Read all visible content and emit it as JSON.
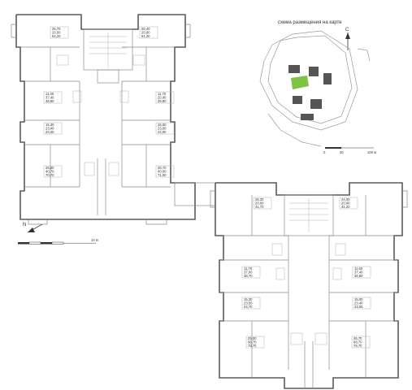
{
  "map": {
    "caption": "схема размещения на карте",
    "north_letter": "С",
    "scale_labels": [
      "0",
      "30",
      "100 м"
    ],
    "highlight_color": "#7dc242"
  },
  "plan": {
    "north_letter": "N",
    "scale_label": "10 m",
    "wall_color": "#5a5a5a"
  },
  "apartments_top": [
    {
      "id": "t1",
      "line1": "26,70",
      "line2": "20,00",
      "line3": "61,20"
    },
    {
      "id": "t2",
      "line1": "20,40",
      "line2": "20,00",
      "line3": "61,20"
    },
    {
      "id": "t3",
      "line1": "11,40",
      "line2": "37,40",
      "line3": "36,50"
    },
    {
      "id": "t4",
      "line1": "11,70",
      "line2": "20,40",
      "line3": "39,80"
    },
    {
      "id": "t5",
      "line1": "15,30",
      "line2": "23,40",
      "line3": "33,20"
    },
    {
      "id": "t6",
      "line1": "15,00",
      "line2": "23,00",
      "line3": "24,00"
    },
    {
      "id": "t7",
      "line1": "28,50",
      "line2": "40,70",
      "line3": "70,70"
    },
    {
      "id": "t8",
      "line1": "26,70",
      "line2": "40,00",
      "line3": "71,00"
    }
  ],
  "apartments_bottom": [
    {
      "id": "b1",
      "line1": "26,30",
      "line2": "20,60",
      "line3": "41,70"
    },
    {
      "id": "b2",
      "line1": "24,00",
      "line2": "20,60",
      "line3": "41,20"
    },
    {
      "id": "b3",
      "line1": "11,70",
      "line2": "37,00",
      "line3": "38,70"
    },
    {
      "id": "b4",
      "line1": "11,60",
      "line2": "37,40",
      "line3": "36,80"
    },
    {
      "id": "b5",
      "line1": "15,30",
      "line2": "23,50",
      "line3": "24,70"
    },
    {
      "id": "b6",
      "line1": "15,00",
      "line2": "23,40",
      "line3": "23,05"
    },
    {
      "id": "b7",
      "line1": "25,00",
      "line2": "68,70",
      "line3": "78,70"
    },
    {
      "id": "b8",
      "line1": "26,70",
      "line2": "68,70",
      "line3": "78,70"
    }
  ]
}
